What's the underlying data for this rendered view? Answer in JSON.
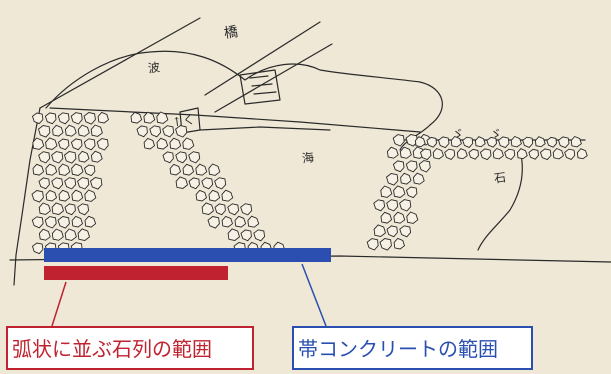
{
  "legend": {
    "stone_row_label": "弧状に並ぶ石列の範囲",
    "belt_concrete_label": "帯コンクリートの範囲"
  },
  "sketch_marks": {
    "bridge": "橋",
    "wave": "波",
    "sea": "海",
    "stones": "石",
    "arrow": "↑",
    "ko": "く",
    "sho_left": "ゞ",
    "sho_right": "ゞ"
  },
  "colors": {
    "stone_row": "#c0232f",
    "belt_concrete": "#2a4fb0",
    "paper": "#efe8d6",
    "ink": "#2a2a2a"
  }
}
